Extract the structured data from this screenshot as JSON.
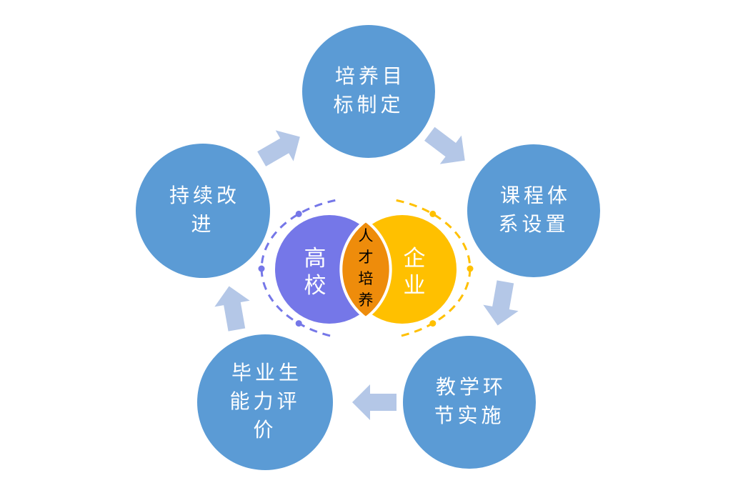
{
  "diagram": {
    "type": "cycle-with-venn-center",
    "cycle_nodes": [
      {
        "id": "training-goal",
        "label": "培养目\n标制定"
      },
      {
        "id": "curriculum",
        "label": "课程体\n系设置"
      },
      {
        "id": "teaching",
        "label": "教学环\n节实施"
      },
      {
        "id": "evaluation",
        "label": "毕业生\n能力评\n价"
      },
      {
        "id": "improvement",
        "label": "持续改\n进"
      }
    ],
    "center": {
      "left_label": "高\n校",
      "right_label": "企\n业",
      "overlap_label": "人\n才\n培\n养"
    },
    "colors": {
      "node_fill": "#5B9BD5",
      "node_text": "#FFFFFF",
      "arrow_fill": "#B4C7E7",
      "university_fill": "#7577E8",
      "enterprise_fill": "#FFC000",
      "overlap_fill": "#EE8C0B",
      "overlap_text": "#000000",
      "background": "#FFFFFF"
    }
  }
}
